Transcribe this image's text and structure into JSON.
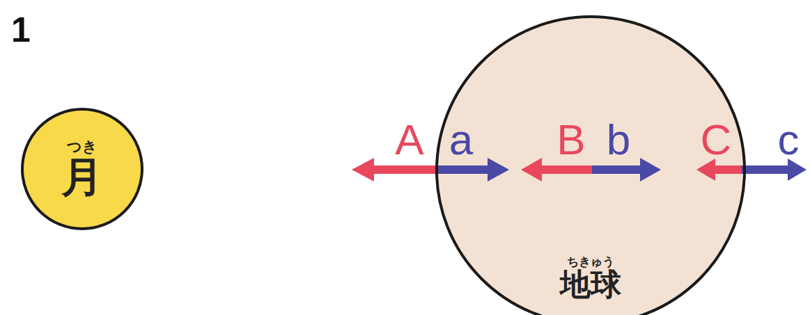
{
  "diagram": {
    "nodes": [
      {
        "text": [
          "つき",
          "月"
        ]
      },
      {
        "text": [
          "ちきゅう",
          "地球"
        ]
      }
    ],
    "labels": [
      "1",
      "A",
      "a",
      "B",
      "b",
      "C",
      "c"
    ]
  }
}
